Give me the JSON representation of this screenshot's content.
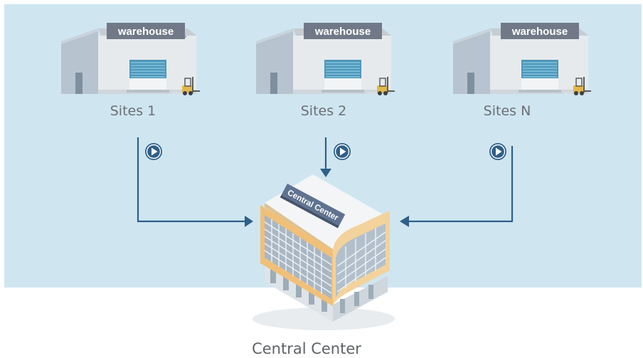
{
  "sites": [
    {
      "sign": "warehouse",
      "label": "Sites 1"
    },
    {
      "sign": "warehouse",
      "label": "Sites 2"
    },
    {
      "sign": "warehouse",
      "label": "Sites N"
    }
  ],
  "center": {
    "sign": "Central Center",
    "label": "Central Center"
  },
  "colors": {
    "panel": "#cfe6f1",
    "flow": "#2f5f8a",
    "sign_bg": "#717988",
    "door": "#5aa3c4",
    "forklift": "#e2b84a",
    "building_accent": "#f0c078"
  },
  "icons": {
    "flow_marker": "play-circle-icon",
    "warehouse": "warehouse-icon",
    "forklift": "forklift-icon",
    "central": "office-building-icon"
  }
}
